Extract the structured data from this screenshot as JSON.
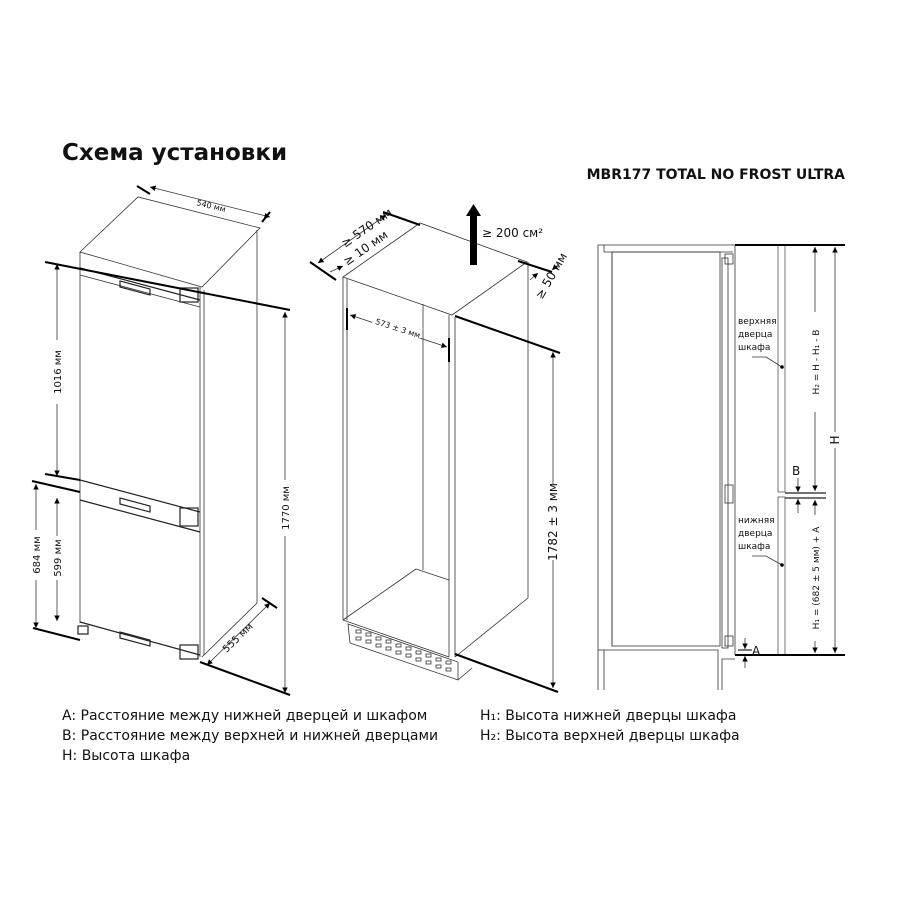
{
  "title": "Схема установки",
  "model": "MBR177 TOTAL NO FROST ULTRA",
  "fridge_dims": {
    "width": "540 мм",
    "upper_door": "1016 мм",
    "lower_total": "684 мм",
    "lower_door": "599 мм",
    "height": "1770 мм",
    "depth": "555 мм"
  },
  "cabinet_dims": {
    "depth": "≥ 570 мм",
    "gap": "≥ 10 мм",
    "vent": "≥ 200 см²",
    "rear_gap": "≥ 50 мм",
    "inner_width": "573 ± 3 мм",
    "height": "1782 ± 3 мм"
  },
  "side_view": {
    "upper_door_note": [
      "верхняя",
      "дверца",
      "шкафа"
    ],
    "lower_door_note": [
      "нижняя",
      "дверца",
      "шкафа"
    ],
    "h2_formula": "H₂ = H - H₁ - B",
    "h1_formula": "H₁ = (682 ± 5 мм) + A",
    "h_label": "H",
    "b_label": "B",
    "a_label": "A"
  },
  "legend": {
    "left": [
      "A: Расстояние между нижней дверцей и шкафом",
      "B: Расстояние между верхней и нижней дверцами",
      "H: Высота шкафа"
    ],
    "right": [
      "H₁: Высота нижней дверцы шкафа",
      "H₂: Высота верхней дверцы шкафа"
    ]
  }
}
